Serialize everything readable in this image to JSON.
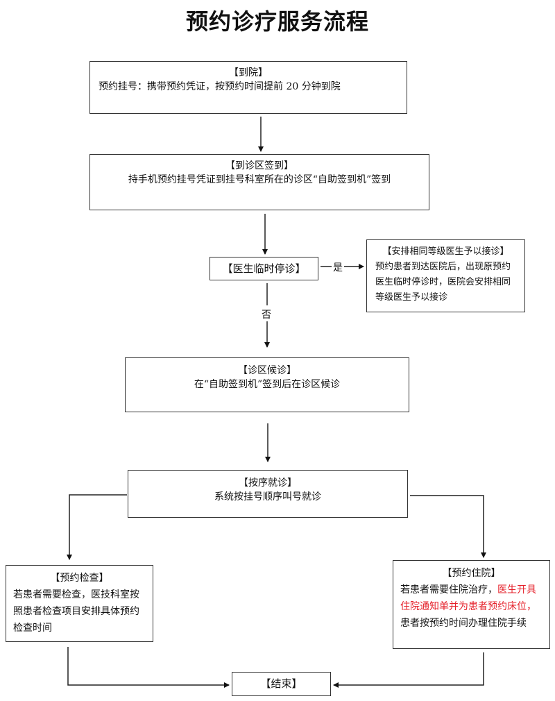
{
  "title": "预约诊疗服务流程",
  "steps": {
    "arrive": {
      "heading": "【到院】",
      "body": "预约挂号：携带预约凭证，按预约时间提前 20 分钟到院"
    },
    "checkin": {
      "heading": "【到诊区签到】",
      "body": "持手机预约挂号凭证到挂号科室所在的诊区“自助签到机”签到"
    },
    "decision": {
      "heading": "【医生临时停诊】"
    },
    "substitute": {
      "heading": "【安排相同等级医生予以接诊】",
      "body": "预约患者到达医院后，出现原预约医生临时停诊时，医院会安排相同等级医生予以接诊"
    },
    "wait": {
      "heading": "【诊区候诊】",
      "body": "在“自助签到机”签到后在诊区候诊"
    },
    "consult": {
      "heading": "【按序就诊】",
      "body": "系统按挂号顺序叫号就诊"
    },
    "exam": {
      "heading": "【预约检查】",
      "body": "若患者需要检查，医技科室按照患者检查项目安排具体预约检查时间"
    },
    "admission": {
      "heading": "【预约住院】",
      "body_prefix": "若患者需要住院治疗，",
      "body_highlight": "医生开具住院通知单并为患者预约床位，",
      "body_suffix": "患者按预约时间办理住院手续",
      "highlight_color": "#e5202a"
    },
    "end": {
      "heading": "【结束】"
    }
  },
  "edge_labels": {
    "yes": "是",
    "no": "否"
  }
}
